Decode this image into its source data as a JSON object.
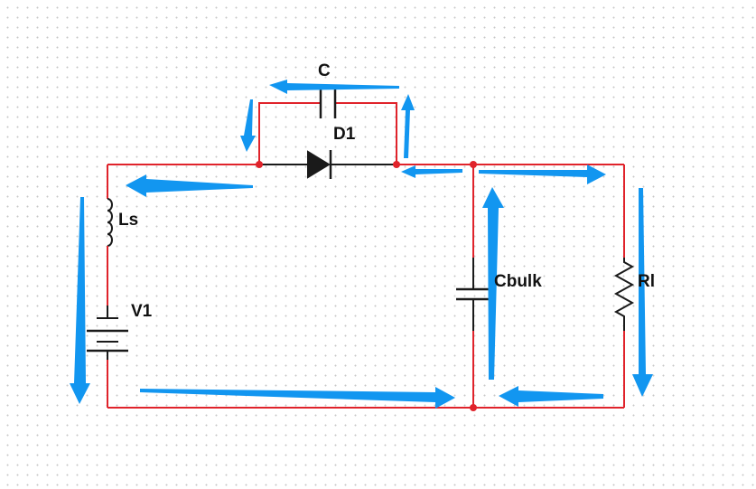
{
  "components": {
    "capacitor": "C",
    "diode": "D1",
    "inductor": "Ls",
    "source": "V1",
    "bulk_capacitor": "Cbulk",
    "load_resistor": "Rl"
  },
  "colors": {
    "wire": "#e0232b",
    "component": "#1a1a1a",
    "current_arrow": "#1296f0",
    "node": "#e0232b",
    "grid_dot": "#c8c8c8"
  }
}
